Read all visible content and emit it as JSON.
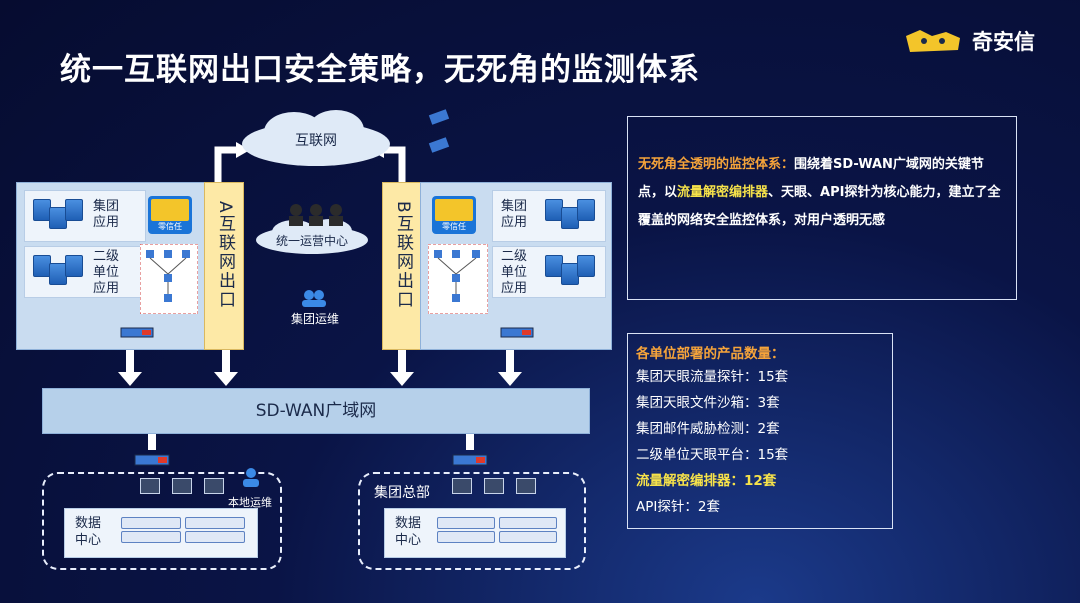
{
  "title": "统一互联网出口安全策略，无死角的监测体系",
  "brand": {
    "name": "奇安信"
  },
  "cloud": {
    "internet": "互联网",
    "ops_center": "统一运营中心"
  },
  "left_block": {
    "app1": "集团\n应用",
    "app2": "二级\n单位\n应用",
    "badge": "零信任",
    "exit": "A互联网出口"
  },
  "right_block": {
    "app1": "集团\n应用",
    "app2": "二级\n单位\n应用",
    "badge": "零信任",
    "exit": "B互联网出口"
  },
  "group_ops": "集团运维",
  "wan": "SD-WAN广域网",
  "site_left": {
    "ops": "本地运维",
    "dc": "数据\n中心"
  },
  "site_right": {
    "name": "集团总部",
    "dc": "数据\n中心"
  },
  "info_panel": {
    "highlight": "无死角全透明的监控体系：",
    "t1": "围绕着SD-WAN广域网的关键节点，以",
    "highlight2": "流量解密编排器",
    "t2": "、天眼、API探针为核心能力，建立了全覆盖的网络安全监控体系，对用户透明无感"
  },
  "products": {
    "heading": "各单位部署的产品数量：",
    "items": [
      "集团天眼流量探针：15套",
      "集团天眼文件沙箱：3套",
      "集团邮件威胁检测：2套",
      "二级单位天眼平台：15套",
      "流量解密编排器：12套",
      "API探针：2套"
    ]
  },
  "colors": {
    "accent_orange": "#f6a43a",
    "accent_yellow": "#f6e24a",
    "bg": "#0a1446"
  }
}
